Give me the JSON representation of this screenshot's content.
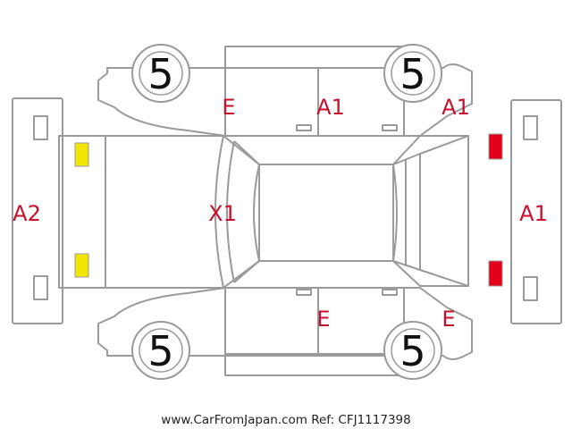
{
  "diagram": {
    "wheels": [
      {
        "id": "front-left",
        "label": "5"
      },
      {
        "id": "rear-left",
        "label": "5"
      },
      {
        "id": "front-right",
        "label": "5"
      },
      {
        "id": "rear-right",
        "label": "5"
      }
    ],
    "damage_codes": {
      "left_front_door": "E",
      "left_rear_door": "A1",
      "left_rear_quarter": "A1",
      "front_bumper": "A2",
      "hood": "X1",
      "rear_bumper": "A1",
      "right_rear_door": "E",
      "right_rear_quarter": "E"
    },
    "lamp_colors": {
      "front": "#f2e600",
      "rear": "#e3001b"
    }
  },
  "footer": {
    "text": "www.CarFromJapan.com Ref: CFJ1117398"
  },
  "colors": {
    "outline": "#9a9a9a",
    "code_text": "#c8102e"
  }
}
